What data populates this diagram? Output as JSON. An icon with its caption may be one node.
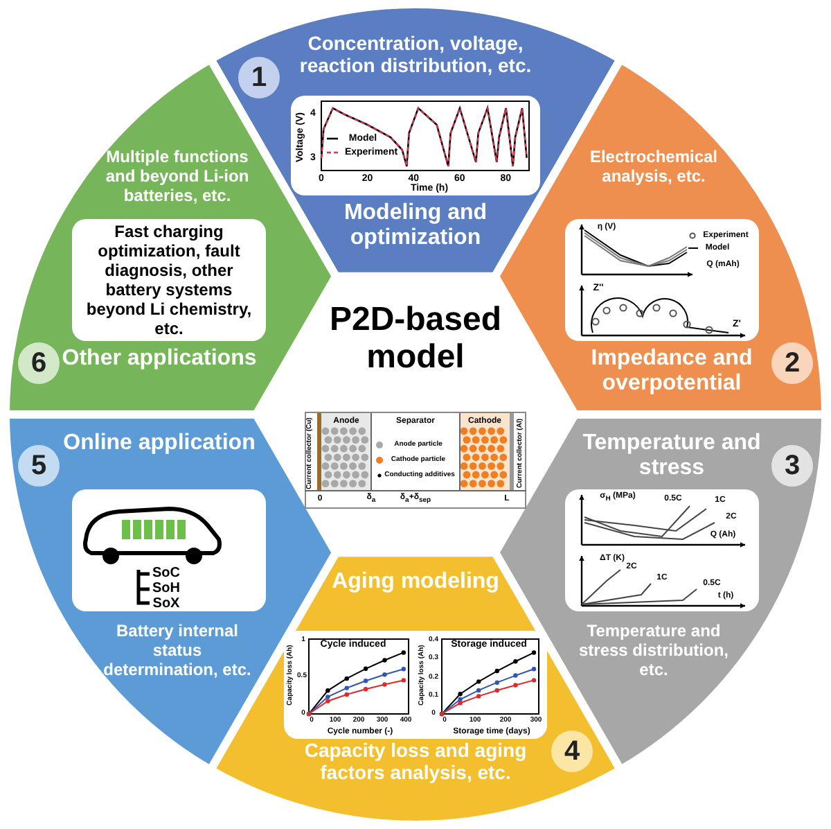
{
  "diagram": {
    "nodes": [
      {
        "text": [
          "P2D-based model"
        ]
      },
      {
        "text": [],
        "shape": "picture",
        "in": 0
      },
      {
        "text": [
          "Concentration, voltage, reaction distribution, etc.",
          "Modeling and optimization"
        ],
        "beside": [
          "1"
        ]
      },
      {
        "text": [],
        "shape": "picture",
        "in": 2
      },
      {
        "text": [
          "Electrochemical analysis, etc.",
          "Impedance and overpotential"
        ],
        "beside": [
          "2"
        ]
      },
      {
        "text": [],
        "shape": "picture",
        "in": 4
      },
      {
        "text": [
          "Temperature and stress",
          "Temperature and stress distribution, etc."
        ],
        "beside": [
          "3"
        ]
      },
      {
        "text": [],
        "shape": "picture",
        "in": 6
      },
      {
        "text": [
          "Aging modeling",
          "Capacity loss and aging factors analysis, etc."
        ],
        "beside": [
          "4"
        ]
      },
      {
        "text": [],
        "shape": "picture",
        "in": 8
      },
      {
        "text": [
          "Online application",
          "Battery internal status determination, etc."
        ],
        "beside": [
          "5"
        ]
      },
      {
        "text": [],
        "shape": "picture",
        "in": 10
      },
      {
        "text": [
          "Multiple functions and beyond Li-ion batteries, etc.",
          "Other applications"
        ],
        "beside": [
          "6"
        ]
      },
      {
        "text": [
          "Fast charging optimization, fault diagnosis, other battery systems beyond Li chemistry, etc."
        ],
        "in": 12
      }
    ],
    "labels": [
      "Voltage (V)",
      "4",
      "3",
      "0",
      "20",
      "40",
      "60",
      "80",
      "Time (h)",
      "Model",
      "Experiment",
      "η (V)",
      "Experiment",
      "Model",
      "Q (mAh)",
      "Z'",
      "Z''",
      "σ$_{H}$ (MPa)",
      "0.5C",
      "1C",
      "2C",
      "Q (Ah)",
      "ΔT (K)",
      "2C",
      "1C",
      "0.5C",
      "t (h)",
      "Cycle induced",
      "Capacity loss (Ah)",
      "Cycle number (-)",
      "Storage induced",
      "Capacity loss (Ah)",
      "Storage time (days)",
      "1",
      "0.5",
      "0",
      "0",
      "100",
      "200",
      "300",
      "400",
      "0.4",
      "0.3",
      "0.2",
      "0.1",
      "0",
      "0",
      "100",
      "200",
      "300",
      "Current collector (Cu)",
      "Anode",
      "Separator",
      "Cathode",
      "Current collector (Al)",
      "Anode particle",
      "Cathode particle",
      "Conducting additives",
      "0",
      "δ$_{a}$",
      "δ$_{a}$+δ$_{sep}$",
      "L",
      "SoC",
      "SoH",
      "SoX"
    ]
  }
}
